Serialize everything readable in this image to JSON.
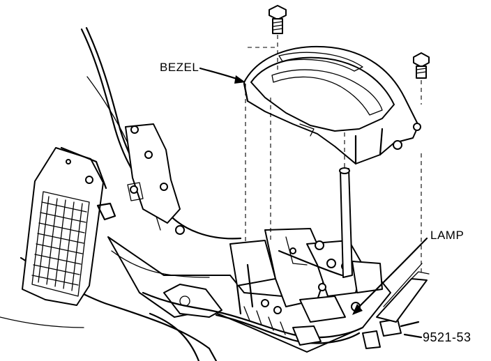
{
  "labels": {
    "bezel": "BEZEL",
    "lamp": "LAMP",
    "figure_number": "9521-53"
  },
  "icons": {
    "screw": "screw-icon",
    "arrow": "arrow-icon"
  }
}
